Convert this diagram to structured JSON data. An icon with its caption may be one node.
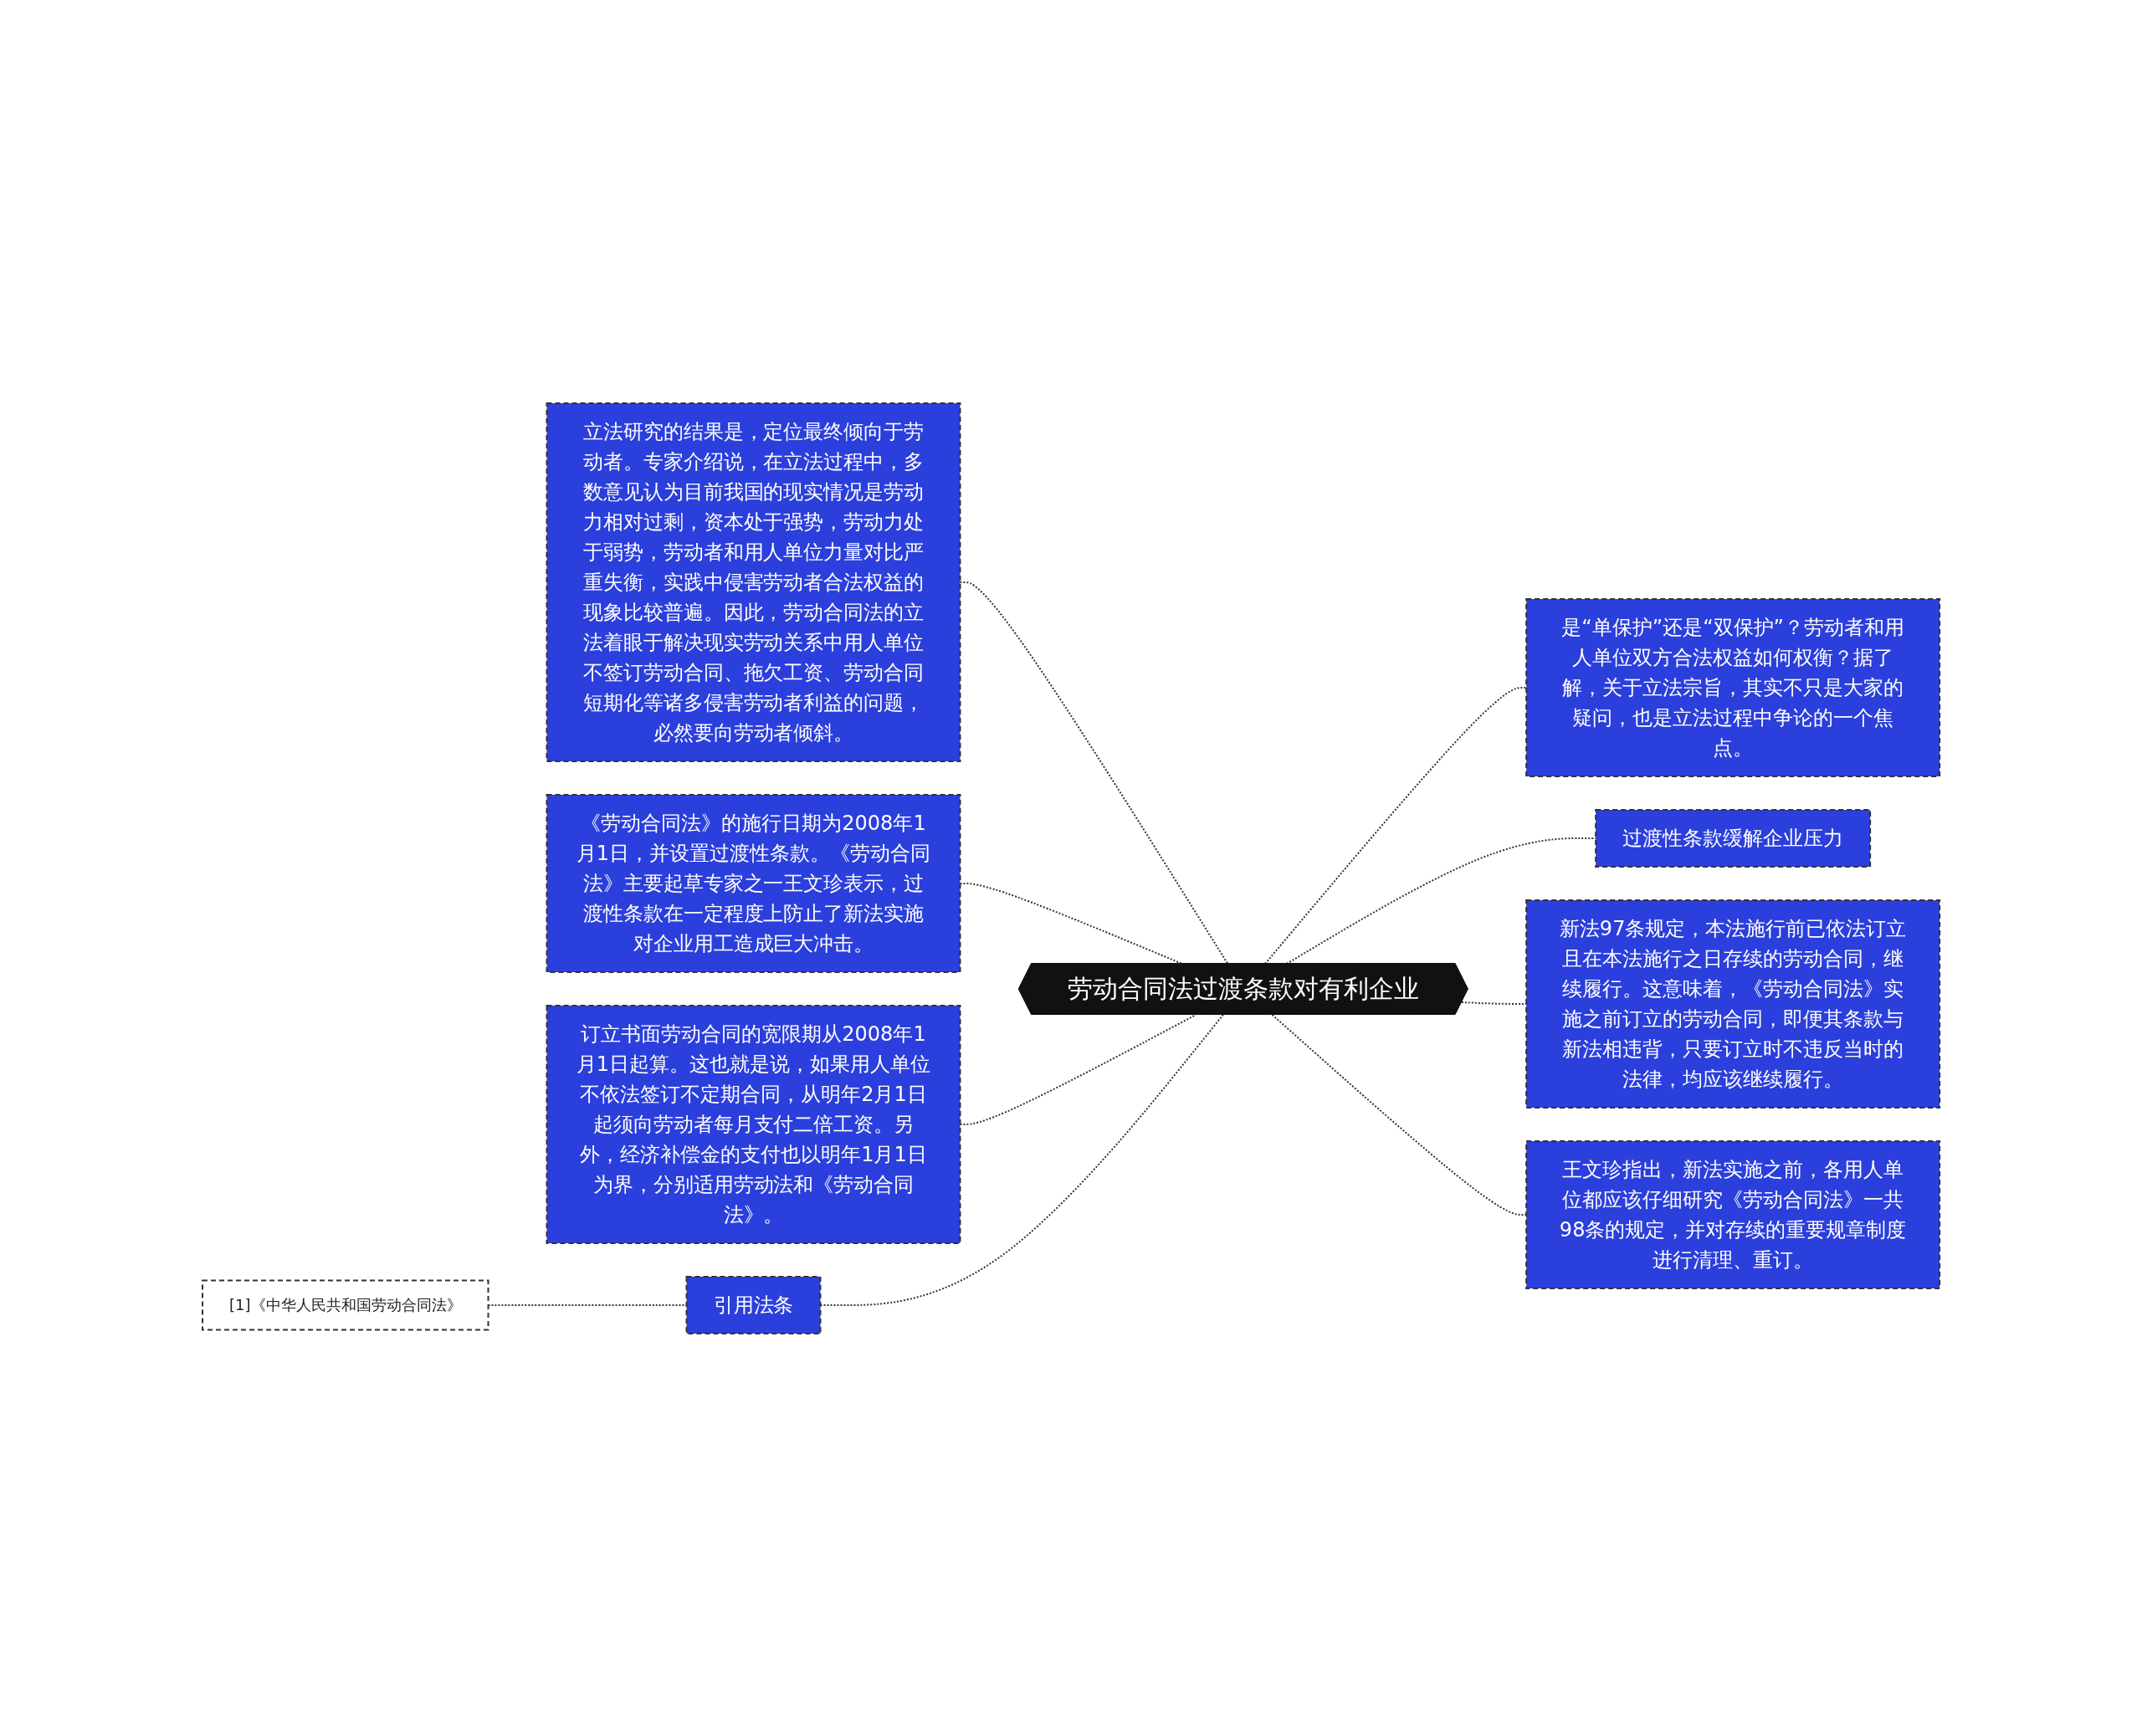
{
  "diagram": {
    "nodes": [
      {
        "text": [
          "劳动合同法过渡条款对有利企业"
        ]
      },
      {
        "text": [
          "立法研究的结果是，定位最终倾向于劳动者。专家介绍说，在立法过程中，多数意见认为目前我国的现实情况是劳动力相对过剩，资本处于强势，劳动力处于弱势，劳动者和用人单位力量对比严重失衡，实践中侵害劳动者合法权益的现象比较普遍。因此，劳动合同法的立法着眼于解决现实劳动关系中用人单位不签订劳动合同、拖欠工资、劳动合同短期化等诸多侵害劳动者利益的问题，必然要向劳动者倾斜。"
        ]
      },
      {
        "text": [
          "《劳动合同法》的施行日期为2008年1月1日，并设置过渡性条款。《劳动合同法》主要起草专家之一王文珍表示，过渡性条款在一定程度上防止了新法实施对企业用工造成巨大冲击。"
        ]
      },
      {
        "text": [
          "订立书面劳动合同的宽限期从2008年1月1日起算。这也就是说，如果用人单位不依法签订不定期合同，从明年2月1日起须向劳动者每月支付二倍工资。另外，经济补偿金的支付也以明年1月1日为界，分别适用劳动法和《劳动合同法》。"
        ]
      },
      {
        "text": [
          "引用法条"
        ]
      },
      {
        "text": [
          "[1]《中华人民共和国劳动合同法》"
        ]
      },
      {
        "text": [
          "是“单保护”还是“双保护”？劳动者和用人单位双方合法权益如何权衡？据了解，关于立法宗旨，其实不只是大家的疑问，也是立法过程中争论的一个焦点。"
        ]
      },
      {
        "text": [
          "过渡性条款缓解企业压力"
        ]
      },
      {
        "text": [
          "新法97条规定，本法施行前已依法订立且在本法施行之日存续的劳动合同，继续履行。这意味着，《劳动合同法》实施之前订立的劳动合同，即便其条款与新法相违背，只要订立时不违反当时的法律，均应该继续履行。"
        ]
      },
      {
        "text": [
          "王文珍指出，新法实施之前，各用人单位都应该仔细研究《劳动合同法》一共98条的规定，并对存续的重要规章制度进行清理、重订。"
        ]
      }
    ],
    "edges": [
      {
        "from": 1,
        "to": 0,
        "arrow": "none",
        "style": "dashed"
      },
      {
        "from": 2,
        "to": 0,
        "arrow": "none",
        "style": "dashed"
      },
      {
        "from": 3,
        "to": 0,
        "arrow": "none",
        "style": "dashed"
      },
      {
        "from": 4,
        "to": 0,
        "arrow": "none",
        "style": "dashed"
      },
      {
        "from": 5,
        "to": 4,
        "arrow": "none",
        "style": "dashed"
      },
      {
        "from": 0,
        "to": 6,
        "arrow": "none",
        "style": "dashed"
      },
      {
        "from": 0,
        "to": 7,
        "arrow": "none",
        "style": "dashed"
      },
      {
        "from": 0,
        "to": 8,
        "arrow": "none",
        "style": "dashed"
      },
      {
        "from": 0,
        "to": 9,
        "arrow": "none",
        "style": "dashed"
      }
    ]
  }
}
